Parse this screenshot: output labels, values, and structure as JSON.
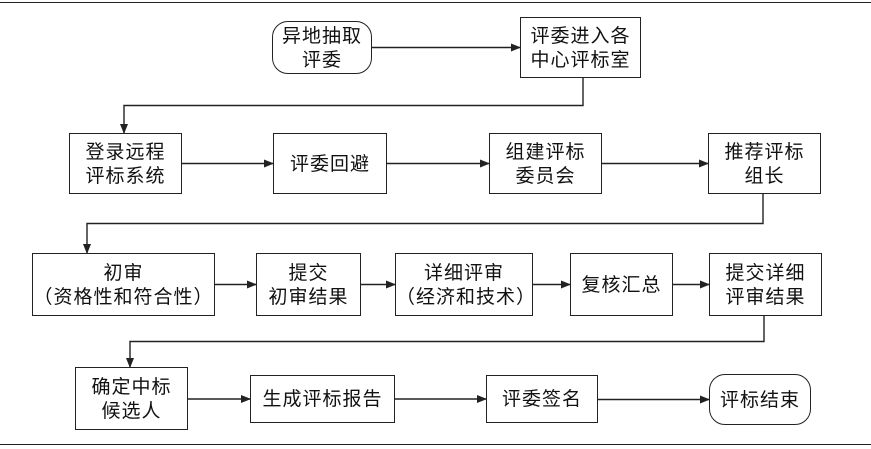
{
  "flowchart": {
    "nodes": [
      {
        "id": "n1",
        "name": "node-yidi-chouqu",
        "text": "异地抽取\n评委"
      },
      {
        "id": "n2",
        "name": "node-jinru-zhongxin",
        "text": "评委进入各\n中心评标室"
      },
      {
        "id": "n3",
        "name": "node-denglu-xitong",
        "text": "登录远程\n评标系统"
      },
      {
        "id": "n4",
        "name": "node-pingwei-huibi",
        "text": "评委回避"
      },
      {
        "id": "n5",
        "name": "node-zujian-weiyuanhui",
        "text": "组建评标\n委员会"
      },
      {
        "id": "n6",
        "name": "node-tuijian-zuzhang",
        "text": "推荐评标\n组长"
      },
      {
        "id": "n7",
        "name": "node-chushen",
        "text": "初审\n（资格性和符合性）"
      },
      {
        "id": "n8",
        "name": "node-tijiao-chushen",
        "text": "提交\n初审结果"
      },
      {
        "id": "n9",
        "name": "node-xiangxi-pingshen",
        "text": "详细评审\n（经济和技术）"
      },
      {
        "id": "n10",
        "name": "node-fuhe-huizong",
        "text": "复核汇总"
      },
      {
        "id": "n11",
        "name": "node-tijiao-xiangxi",
        "text": "提交详细\n评审结果"
      },
      {
        "id": "n12",
        "name": "node-queding-houxuanren",
        "text": "确定中标\n候选人"
      },
      {
        "id": "n13",
        "name": "node-shengcheng-baogao",
        "text": "生成评标报告"
      },
      {
        "id": "n14",
        "name": "node-pingwei-qianming",
        "text": "评委签名"
      },
      {
        "id": "n15",
        "name": "node-pingbiao-jieshu",
        "text": "评标结束"
      }
    ],
    "edges": [
      {
        "from": "n1",
        "to": "n2"
      },
      {
        "from": "n2",
        "to": "n3"
      },
      {
        "from": "n3",
        "to": "n4"
      },
      {
        "from": "n4",
        "to": "n5"
      },
      {
        "from": "n5",
        "to": "n6"
      },
      {
        "from": "n6",
        "to": "n7"
      },
      {
        "from": "n7",
        "to": "n8"
      },
      {
        "from": "n8",
        "to": "n9"
      },
      {
        "from": "n9",
        "to": "n10"
      },
      {
        "from": "n10",
        "to": "n11"
      },
      {
        "from": "n11",
        "to": "n12"
      },
      {
        "from": "n12",
        "to": "n13"
      },
      {
        "from": "n13",
        "to": "n14"
      },
      {
        "from": "n14",
        "to": "n15"
      }
    ],
    "colors": {
      "stroke": "#222222",
      "fill": "#ffffff",
      "text": "#111111"
    }
  }
}
